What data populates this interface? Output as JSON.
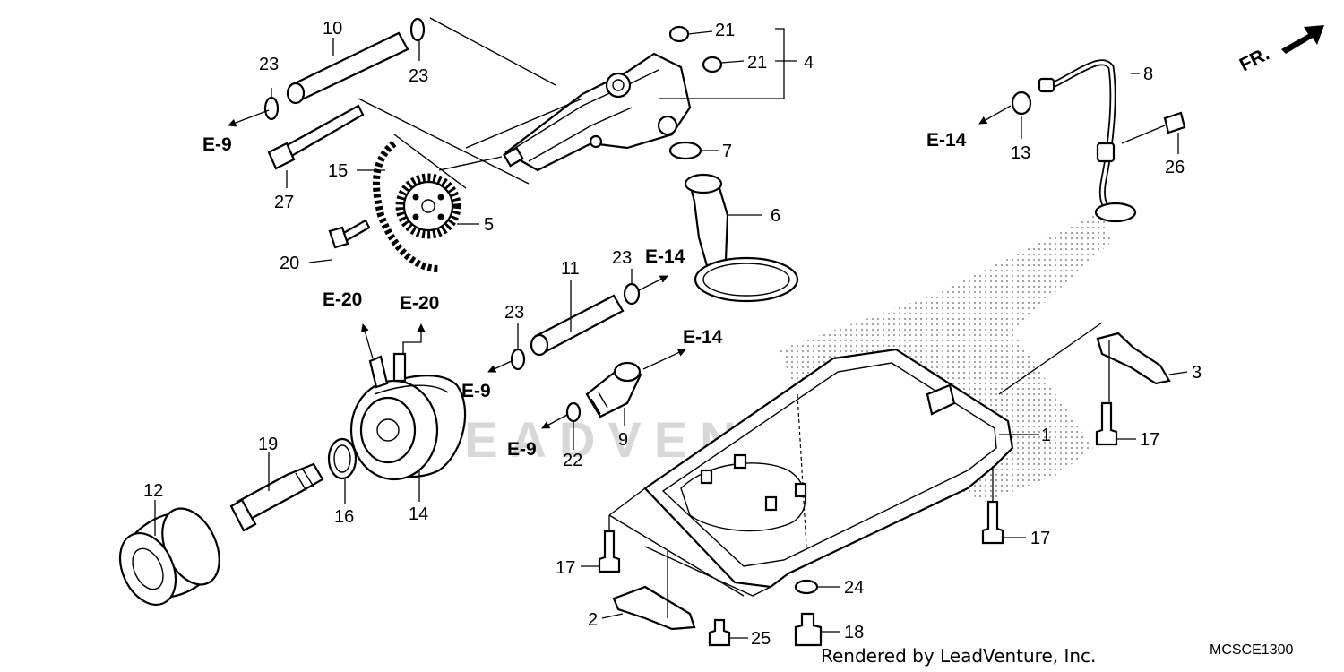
{
  "diagram": {
    "watermark": "LEADVENTURE",
    "drawing_code": "MCSCE1300",
    "footer": "Rendered by LeadVenture, Inc.",
    "direction_label": "FR.",
    "references": {
      "e9_left": "E-9",
      "e9_mid": "E-9",
      "e9_bottom": "E-9",
      "e14_top": "E-14",
      "e14_mid": "E-14",
      "e14_right": "E-14",
      "e20_left": "E-20",
      "e20_right": "E-20"
    },
    "callouts": {
      "c1": "1",
      "c2": "2",
      "c3": "3",
      "c4": "4",
      "c5": "5",
      "c6": "6",
      "c7": "7",
      "c8": "8",
      "c9": "9",
      "c10": "10",
      "c11": "11",
      "c12": "12",
      "c13": "13",
      "c14": "14",
      "c15": "15",
      "c16": "16",
      "c17a": "17",
      "c17b": "17",
      "c17c": "17",
      "c18": "18",
      "c19": "19",
      "c20": "20",
      "c21a": "21",
      "c21b": "21",
      "c22": "22",
      "c23a": "23",
      "c23b": "23",
      "c23c": "23",
      "c23d": "23",
      "c24": "24",
      "c25": "25",
      "c26": "26",
      "c27": "27"
    }
  }
}
